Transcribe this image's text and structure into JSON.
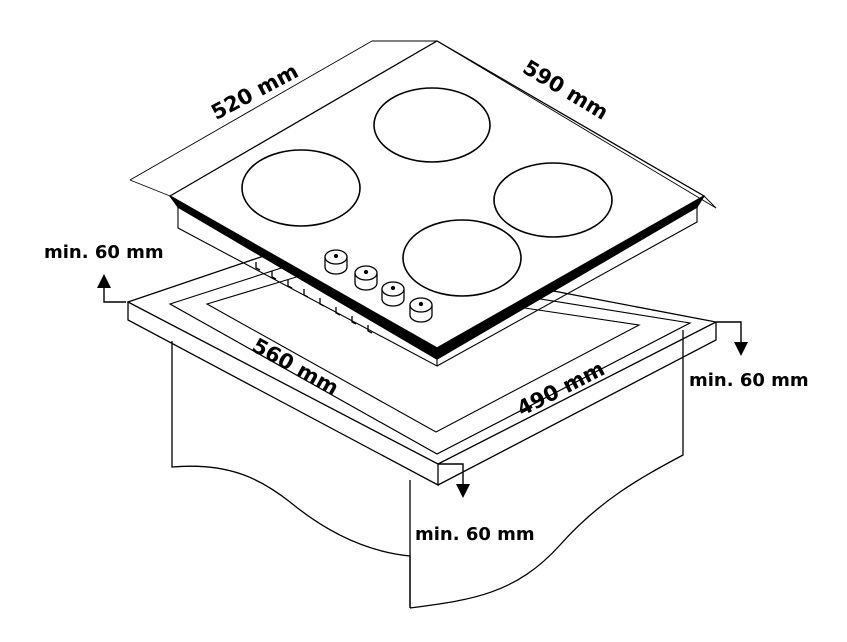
{
  "dimensions": {
    "hob_width": "590 mm",
    "hob_depth": "520 mm",
    "cutout_width": "560 mm",
    "cutout_depth": "490 mm"
  },
  "clearances": {
    "rear": "min. 60 mm",
    "side": "min. 60 mm",
    "front": "min. 60 mm"
  },
  "colors": {
    "line": "#000000",
    "background": "#ffffff"
  }
}
